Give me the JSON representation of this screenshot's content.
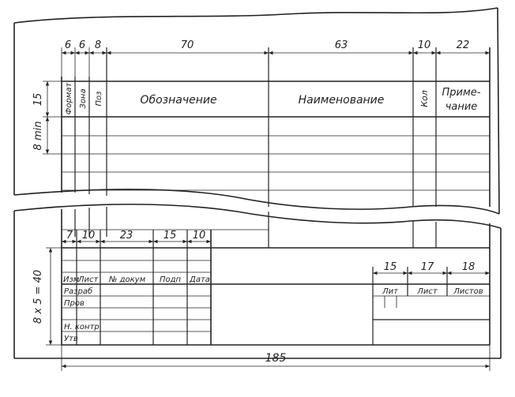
{
  "upper_table": {
    "col_dims": [
      "6",
      "6",
      "8",
      "70",
      "63",
      "10",
      "22"
    ],
    "row_dims": {
      "header_height": "15",
      "row_height": "8 min"
    },
    "headers": {
      "format": "Формат",
      "zone": "Зона",
      "pos": "Поз",
      "designation": "Обозначение",
      "name": "Наименование",
      "qty": "Кол",
      "note_line1": "Приме-",
      "note_line2": "чание"
    }
  },
  "title_block": {
    "col_dims": [
      "7",
      "10",
      "23",
      "15",
      "10"
    ],
    "right_dims": [
      "15",
      "17",
      "18"
    ],
    "height_dim": "8 x 5 = 40",
    "total_width_dim": "185",
    "headers": {
      "change": "Изм",
      "sheet": "Лист",
      "doc_no": "№ докум",
      "sign": "Подп",
      "date": "Дата"
    },
    "rows": [
      "Разраб",
      "Пров",
      "Н. контр",
      "Утв"
    ],
    "right_headers": {
      "lit": "Лит",
      "sheet": "Лист",
      "sheets": "Листов"
    }
  }
}
